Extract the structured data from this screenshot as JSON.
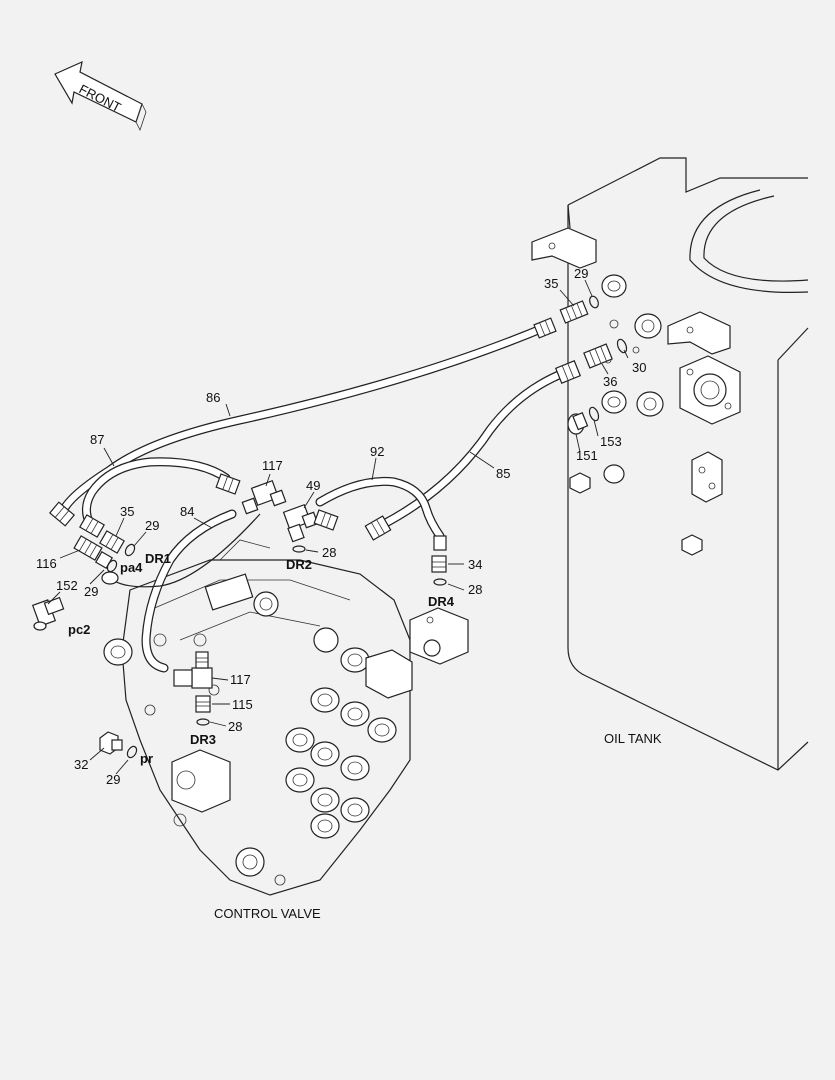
{
  "labels": {
    "front": "FRONT",
    "oil_tank": "OIL TANK",
    "control_valve": "CONTROL VALVE",
    "p35a": "35",
    "p29a": "29",
    "p30": "30",
    "p36": "36",
    "p153": "153",
    "p151": "151",
    "p86": "86",
    "p87": "87",
    "p117a": "117",
    "p49": "49",
    "p92": "92",
    "p85": "85",
    "p35b": "35",
    "p29b": "29",
    "p84": "84",
    "p116": "116",
    "p29c": "29",
    "p152": "152",
    "p28a": "28",
    "p34": "34",
    "p28b": "28",
    "p117b": "117",
    "p115": "115",
    "p28c": "28",
    "p32": "32",
    "p29d": "29",
    "dr1": "DR1",
    "dr2": "DR2",
    "dr3": "DR3",
    "dr4": "DR4",
    "pa4": "pa4",
    "pc2": "pc2",
    "pr": "pr"
  }
}
